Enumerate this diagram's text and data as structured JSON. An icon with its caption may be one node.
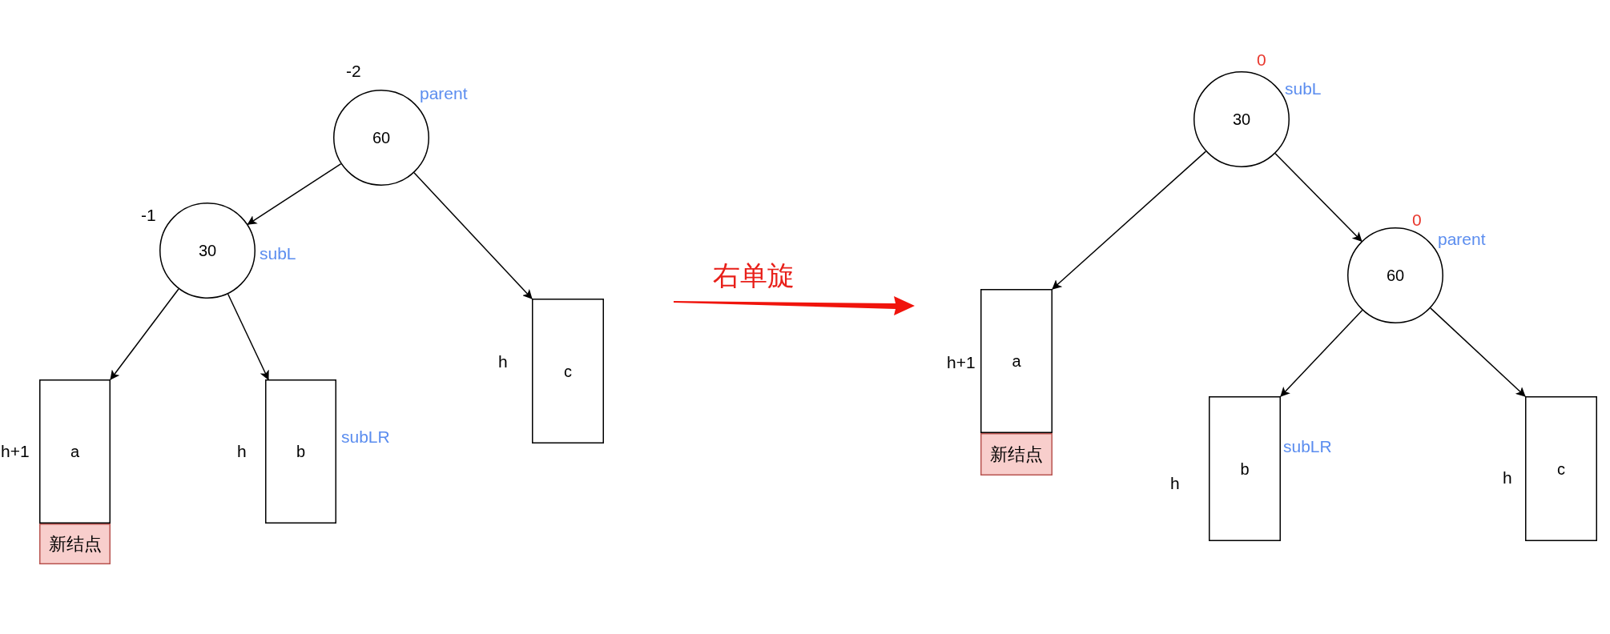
{
  "diagram": {
    "nodes": [
      {
        "text": [
          "60"
        ],
        "beside": [
          "-2",
          "parent"
        ]
      },
      {
        "text": [
          "30"
        ],
        "beside": [
          "-1",
          "subL"
        ]
      },
      {
        "text": [
          "a"
        ],
        "beside": [
          "h+1"
        ]
      },
      {
        "text": [
          "新结点"
        ]
      },
      {
        "text": [
          "b"
        ],
        "beside": [
          "h",
          "subLR"
        ]
      },
      {
        "text": [
          "c"
        ],
        "beside": [
          "h"
        ]
      },
      {
        "text": [
          "30"
        ],
        "beside": [
          "0",
          "subL"
        ]
      },
      {
        "text": [
          "60"
        ],
        "beside": [
          "0",
          "parent"
        ]
      },
      {
        "text": [
          "a"
        ],
        "beside": [
          "h+1"
        ]
      },
      {
        "text": [
          "新结点"
        ]
      },
      {
        "text": [
          "b"
        ],
        "beside": [
          "subLR",
          "h"
        ]
      },
      {
        "text": [
          "c"
        ],
        "beside": [
          "h"
        ]
      }
    ],
    "edges": [
      {
        "from": 0,
        "to": 1,
        "arrow": "to"
      },
      {
        "from": 1,
        "to": 2,
        "arrow": "to"
      },
      {
        "from": 1,
        "to": 4,
        "arrow": "to"
      },
      {
        "from": 0,
        "to": 5,
        "arrow": "to"
      },
      {
        "from": 6,
        "to": 8,
        "arrow": "to"
      },
      {
        "from": 6,
        "to": 7,
        "arrow": "to"
      },
      {
        "from": 7,
        "to": 10,
        "arrow": "to"
      },
      {
        "from": 7,
        "to": 11,
        "arrow": "to"
      }
    ],
    "labels": [
      "右单旋"
    ]
  }
}
